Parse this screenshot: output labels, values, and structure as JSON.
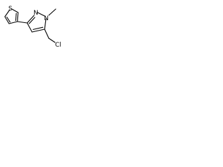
{
  "structure": {
    "atoms": {
      "sulfur": "S",
      "nitrogen_1": "N",
      "nitrogen_2": "N",
      "chlorine": "Cl"
    },
    "colors": {
      "bond": "#000000",
      "background": "#ffffff"
    }
  }
}
